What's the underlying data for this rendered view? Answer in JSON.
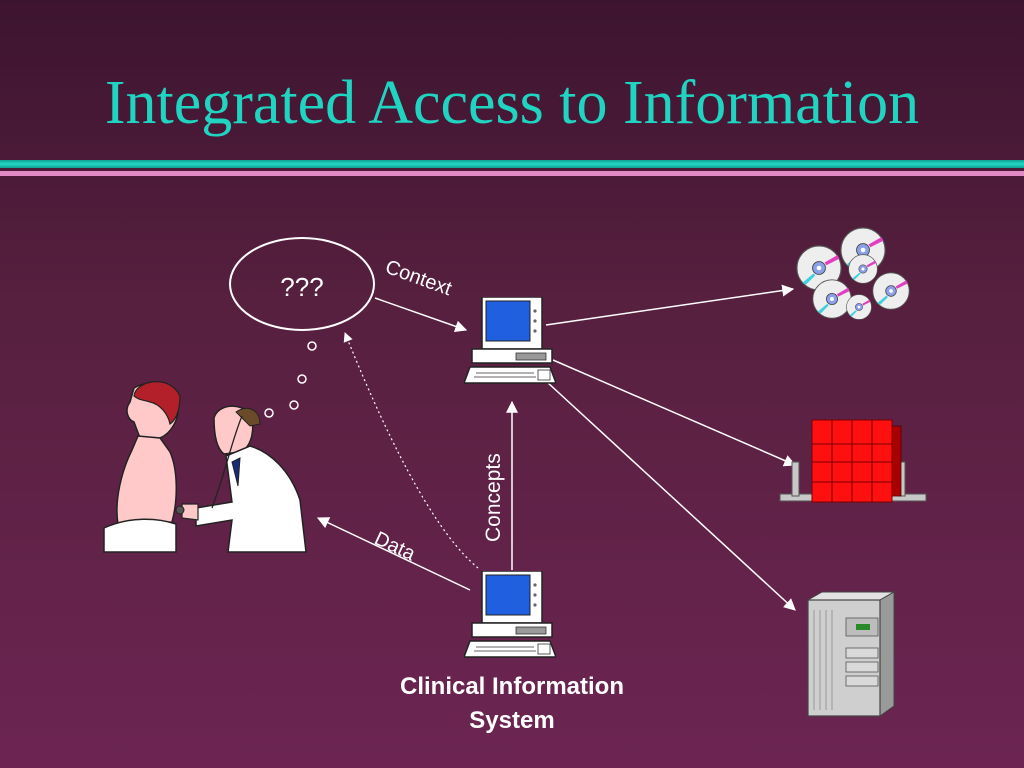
{
  "slide": {
    "title": "Integrated Access to Information",
    "thought_text": "???",
    "labels": {
      "context": "Context",
      "concepts": "Concepts",
      "data": "Data"
    },
    "caption": {
      "line1": "Clinical Information",
      "line2": "System"
    }
  },
  "colors": {
    "background": "#5a2043",
    "title": "#1fd4c1",
    "accent_rule": "#24d8c5",
    "secondary_rule": "#e18bc4",
    "text": "#ffffff"
  },
  "icons": [
    "patient-figure",
    "doctor-figure",
    "computer-icon",
    "cd-stack-icon",
    "book-shelf-icon",
    "server-tower-icon"
  ]
}
